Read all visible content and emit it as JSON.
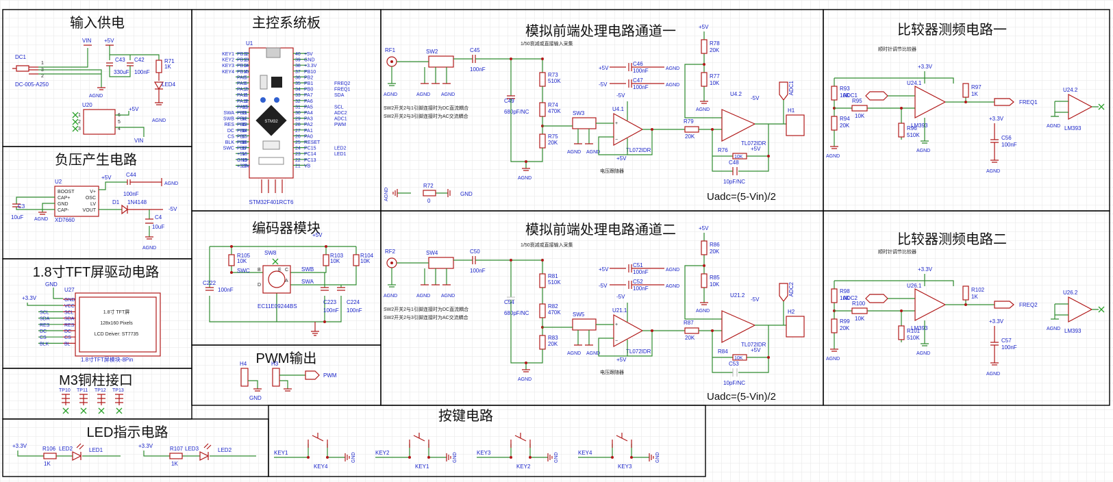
{
  "colors": {
    "wire": "#2e8b2e",
    "part": "#b01818",
    "label": "#1a24c8",
    "netlabel": "#ff0000",
    "frame": "#000000",
    "grid": "#e6e6e6"
  },
  "sections": {
    "input_power": "输入供电",
    "stm32_board": "主控系统板",
    "afe1": "模拟前端处理电路通道一",
    "comp1": "比较器测频电路一",
    "neg_voltage": "负压产生电路",
    "tft": "1.8寸TFT屏驱动电路",
    "m3_posts": "M3铜柱接口",
    "led_ind": "LED指示电路",
    "encoder": "编码器模块",
    "pwm_out": "PWM输出",
    "afe2": "模拟前端处理电路通道二",
    "comp2": "比较器测频电路二",
    "keys": "按键电路"
  },
  "power": {
    "dc1": "DC1",
    "dc1_part": "DC-005-A250",
    "vin": "VIN",
    "v5": "+5V",
    "agnd": "AGND",
    "c43": "C43",
    "c43_val": "330uF",
    "c42": "C42",
    "c42_val": "100nF",
    "r71": "R71",
    "r71_val": "1K",
    "led4": "LED4",
    "u20": "U20",
    "u20_pins": {
      "p1": "1",
      "p2": "2",
      "p3": "3",
      "p4": "4",
      "p5": "5",
      "p6": "6"
    },
    "dc1_pins": {
      "p1": "1",
      "p2": "2",
      "p3": "3"
    }
  },
  "stm32": {
    "u1": "U1",
    "part": "STM32F401RCT6",
    "left_names": [
      "KEY1",
      "KEY2",
      "KEY3",
      "KEY4",
      "",
      "",
      "",
      "",
      "",
      "",
      "SWA",
      "SWB",
      "RES",
      "DC",
      "CS",
      "BLK",
      "SWC",
      "",
      "",
      ""
    ],
    "left_pins": [
      "PB12",
      "PB13",
      "PB14",
      "PB15",
      "PA8",
      "PA9",
      "PA10",
      "PA11",
      "PA12",
      "PA15",
      "PB3",
      "PB4",
      "PB5",
      "PB6",
      "PB7",
      "PB8",
      "PB9",
      "+5V",
      "GND",
      "+3.3V"
    ],
    "left_nums": [
      "1",
      "2",
      "3",
      "4",
      "5",
      "6",
      "7",
      "8",
      "9",
      "10",
      "11",
      "12",
      "13",
      "14",
      "15",
      "16",
      "17",
      "18",
      "19",
      "20"
    ],
    "right_nums": [
      "40",
      "39",
      "38",
      "37",
      "36",
      "35",
      "34",
      "33",
      "32",
      "31",
      "30",
      "29",
      "28",
      "27",
      "26",
      "25",
      "24",
      "23",
      "22",
      "21"
    ],
    "right_pins": [
      "+5V",
      "GND",
      "+3.3V",
      "PB10",
      "PB2",
      "PB1",
      "PB0",
      "PA7",
      "PA6",
      "PA5",
      "PA4",
      "PA3",
      "PA2",
      "PA1",
      "PA0",
      "RESET",
      "PC15",
      "PC14",
      "PC13",
      "VB"
    ],
    "right_names": [
      "",
      "",
      "",
      "",
      "",
      "FREQ2",
      "FREQ1",
      "SDA",
      "",
      "SCL",
      "ADC2",
      "ADC1",
      "PWM",
      "",
      "",
      "",
      "LED2",
      "LED1",
      "",
      ""
    ],
    "chip_logo": "STM32"
  },
  "afe1": {
    "note": "1/50衰减或直接输入采集",
    "rf": "RF1",
    "sw": "SW2",
    "c_in": "C45",
    "c_in_val": "100nF",
    "r_a": "R73",
    "r_a_val": "510K",
    "r_b": "R74",
    "r_b_val": "470K",
    "r_c": "R75",
    "r_c_val": "20K",
    "c_byp": "C49",
    "c_byp_val": "680pF/NC",
    "sw_b": "SW3",
    "sw_dc": "SW2开关2与1引脚连接时为DC直流耦合",
    "sw_ac": "SW2开关2与3引脚连接时为AC交流耦合",
    "pv5": "+5V",
    "nv5": "-5V",
    "c_p": "C46",
    "c_p_val": "100nF",
    "c_n": "C47",
    "c_n_val": "100nF",
    "r78": "R78",
    "r78_val": "20K",
    "r77": "R77",
    "r77_val": "10K",
    "u_a": "U4.1",
    "u_b": "U4.2",
    "op": "TL072IDR",
    "follower": "电压跟随器",
    "r_out": "R79",
    "r_out_val": "20K",
    "r_f": "R76",
    "r_f_val": "10K",
    "c_f": "C48",
    "c_f_val": "10pF/NC",
    "adc": "ADC1",
    "h": "H1",
    "r_gnd": "R72",
    "r_gnd_val": "0",
    "gnd": "GND",
    "eq": "Uadc=(5-Vin)/2"
  },
  "afe2": {
    "note": "1/50衰减或直接输入采集",
    "rf": "RF2",
    "sw": "SW4",
    "c_in": "C50",
    "c_in_val": "100nF",
    "r_a": "R81",
    "r_a_val": "510K",
    "r_b": "R82",
    "r_b_val": "470K",
    "r_c": "R83",
    "r_c_val": "20K",
    "c_byp": "C54",
    "c_byp_val": "680pF/NC",
    "sw_b": "SW5",
    "sw_dc": "SW2开关2与1引脚连接时为DC直流耦合",
    "sw_ac": "SW2开关2与3引脚连接时为AC交流耦合",
    "pv5": "+5V",
    "nv5": "-5V",
    "c_p": "C51",
    "c_p_val": "100nF",
    "c_n": "C52",
    "c_n_val": "100nF",
    "r78": "R86",
    "r78_val": "20K",
    "r77": "R85",
    "r77_val": "10K",
    "u_a": "U21.1",
    "u_b": "U21.2",
    "op": "TL072IDR",
    "follower": "电压跟随器",
    "r_out": "R87",
    "r_out_val": "20K",
    "r_f": "R84",
    "r_f_val": "10K",
    "c_f": "C53",
    "c_f_val": "10pF/NC",
    "adc": "ADC2",
    "h": "H2",
    "eq": "Uadc=(5-Vin)/2"
  },
  "comp1": {
    "note": "顺时针调节比较器",
    "r_a": "R93",
    "r_a_val": "10K",
    "r_b": "R94",
    "r_b_val": "20K",
    "adc": "ADC1",
    "r_in": "R95",
    "r_in_val": "10K",
    "r_fb": "R96",
    "r_fb_val": "510K",
    "u": "U24.1",
    "u2": "U24.2",
    "part": "LM393",
    "r_pu": "R97",
    "r_pu_val": "1K",
    "freq": "FREQ1",
    "c": "C56",
    "c_val": "100nF",
    "v33": "+3.3V",
    "agnd": "AGND"
  },
  "comp2": {
    "note": "顺时针调节比较器",
    "r_a": "R98",
    "r_a_val": "10K",
    "r_b": "R99",
    "r_b_val": "20K",
    "adc": "ADC2",
    "r_in": "R100",
    "r_in_val": "10K",
    "r_fb": "R101",
    "r_fb_val": "510K",
    "u": "U26.1",
    "u2": "U26.2",
    "part": "LM393",
    "r_pu": "R102",
    "r_pu_val": "1K",
    "freq": "FREQ2",
    "c": "C57",
    "c_val": "100nF",
    "v33": "+3.3V",
    "agnd": "AGND"
  },
  "neg": {
    "u2": "U2",
    "part": "XD7660",
    "pins": [
      "BOOST",
      "CAP+",
      "GND",
      "CAP-"
    ],
    "pins_r": [
      "V+",
      "OSC",
      "LV",
      "VOUT"
    ],
    "c3": "C3",
    "c3_val": "10uF",
    "c44": "C44",
    "c44_val": "100nF",
    "d1": "D1",
    "d1_part": "1N4148",
    "c4": "C4",
    "c4_val": "10uF",
    "v5": "+5V",
    "nv5": "-5V",
    "agnd": "AGND"
  },
  "tft": {
    "u27": "U27",
    "gnd": "GND",
    "v33": "+3.3V",
    "pins": [
      "GND",
      "VCC",
      "SCL",
      "SDA",
      "RES",
      "DC",
      "CS",
      "BL"
    ],
    "nets": [
      "",
      "",
      "SCL",
      "SDA",
      "RES",
      "DC",
      "CS",
      "BLK"
    ],
    "line1": "1.8寸 TFT屏",
    "line2": "128x160 Pixels",
    "line3": "LCD Deiver: ST7735",
    "caption": "1.8寸TFT屏模块-8Pin"
  },
  "m3": {
    "posts": [
      "TP10",
      "TP11",
      "TP12",
      "TP13"
    ]
  },
  "led": {
    "v33": "+3.3V",
    "r106": "R106",
    "r106_val": "1K",
    "led2": "LED2",
    "led1": "LED1",
    "r107": "R107",
    "r107_val": "1K",
    "led3": "LED3",
    "led2_net": "LED2"
  },
  "encoder": {
    "v5": "+5V",
    "r105": "R105",
    "r105_val": "10K",
    "sw8": "SW8",
    "r103": "R103",
    "r103_val": "10K",
    "r104": "R104",
    "r104_val": "10K",
    "c222": "C222",
    "c222_val": "100nF",
    "c223": "C223",
    "c223_val": "100nF",
    "c224": "C224",
    "c224_val": "100nF",
    "part": "EC11E09244BS",
    "swc": "SWC",
    "swb": "SWB",
    "swa": "SWA",
    "pins": [
      "B",
      "C",
      "A",
      "D",
      "E"
    ]
  },
  "pwm": {
    "h4": "H4",
    "h3": "H3",
    "net": "PWM",
    "gnd": "GND"
  },
  "keys": {
    "items": [
      {
        "net": "KEY1",
        "ref": "KEY4"
      },
      {
        "net": "KEY2",
        "ref": "KEY1"
      },
      {
        "net": "KEY3",
        "ref": "KEY2"
      },
      {
        "net": "KEY4",
        "ref": "KEY3"
      }
    ],
    "gnd": "GND"
  }
}
